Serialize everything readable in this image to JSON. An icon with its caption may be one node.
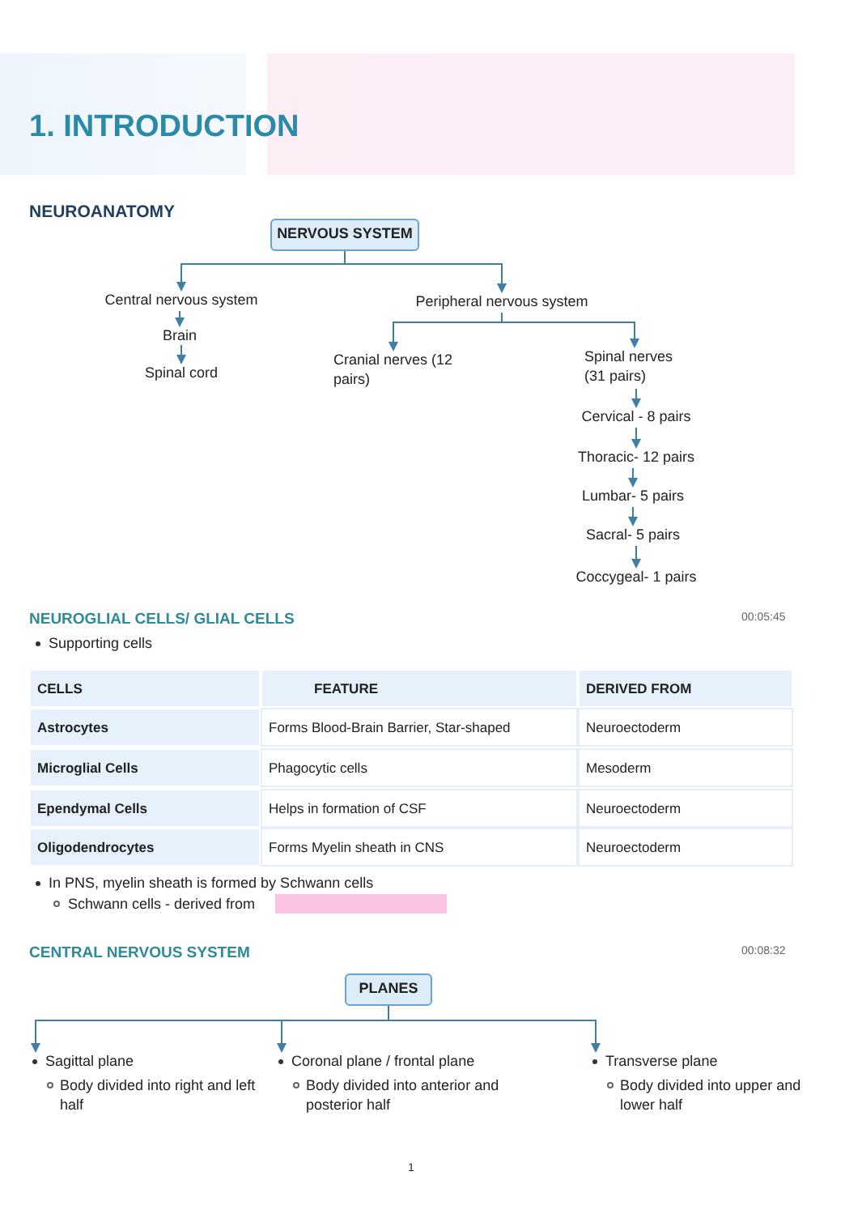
{
  "diagram": {
    "title": "1. INTRODUCTION",
    "nodes": [
      {
        "text": [
          "NERVOUS SYSTEM"
        ]
      },
      {
        "text": [
          "Central nervous system"
        ]
      },
      {
        "text": [
          "Brain"
        ]
      },
      {
        "text": [
          "Spinal cord"
        ]
      },
      {
        "text": [
          "Peripheral nervous system"
        ]
      },
      {
        "text": [
          "Cranial nerves (12 pairs)"
        ]
      },
      {
        "text": [
          "Spinal nerves (31 pairs)"
        ]
      },
      {
        "text": [
          "Cervical - 8 pairs"
        ]
      },
      {
        "text": [
          "Thoracic- 12 pairs"
        ]
      },
      {
        "text": [
          "Lumbar- 5 pairs"
        ]
      },
      {
        "text": [
          "Sacral- 5 pairs"
        ]
      },
      {
        "text": [
          "Coccygeal- 1 pairs"
        ]
      },
      {
        "text": [
          "PLANES"
        ]
      },
      {
        "text": [
          "Sagittal plane",
          "Body divided into right and left half"
        ]
      },
      {
        "text": [
          "Coronal plane / frontal plane",
          "Body divided into anterior and posterior half"
        ]
      },
      {
        "text": [
          "Transverse plane",
          "Body divided into upper and lower half"
        ]
      }
    ],
    "edges": [
      {
        "from": 0,
        "to": 1,
        "arrow": "to"
      },
      {
        "from": 0,
        "to": 4,
        "arrow": "to"
      },
      {
        "from": 1,
        "to": 2,
        "arrow": "to"
      },
      {
        "from": 2,
        "to": 3,
        "arrow": "to"
      },
      {
        "from": 4,
        "to": 5,
        "arrow": "to"
      },
      {
        "from": 4,
        "to": 6,
        "arrow": "to"
      },
      {
        "from": 6,
        "to": 7,
        "arrow": "to"
      },
      {
        "from": 7,
        "to": 8,
        "arrow": "to"
      },
      {
        "from": 8,
        "to": 9,
        "arrow": "to"
      },
      {
        "from": 9,
        "to": 10,
        "arrow": "to"
      },
      {
        "from": 10,
        "to": 11,
        "arrow": "to"
      },
      {
        "from": 12,
        "to": 13,
        "arrow": "to"
      },
      {
        "from": 12,
        "to": 14,
        "arrow": "to"
      },
      {
        "from": 12,
        "to": 15,
        "arrow": "to"
      }
    ],
    "labels": [
      "NEUROANATOMY",
      "NEUROGLIAL CELLS/ GLIAL CELLS",
      "00:05:45",
      "Supporting cells",
      "CELLS",
      "FEATURE",
      "DERIVED FROM",
      "Astrocytes",
      "Forms Blood-Brain Barrier, Star-shaped",
      "Neuroectoderm",
      "Microglial Cells",
      "Phagocytic cells",
      "Mesoderm",
      "Ependymal Cells",
      "Helps in formation of CSF",
      "Neuroectoderm",
      "Oligodendrocytes",
      "Forms Myelin sheath in CNS",
      "Neuroectoderm",
      "In PNS, myelin sheath is formed by Schwann cells",
      "Schwann cells - derived from",
      "CENTRAL NERVOUS SYSTEM",
      "00:08:32",
      "1"
    ]
  }
}
